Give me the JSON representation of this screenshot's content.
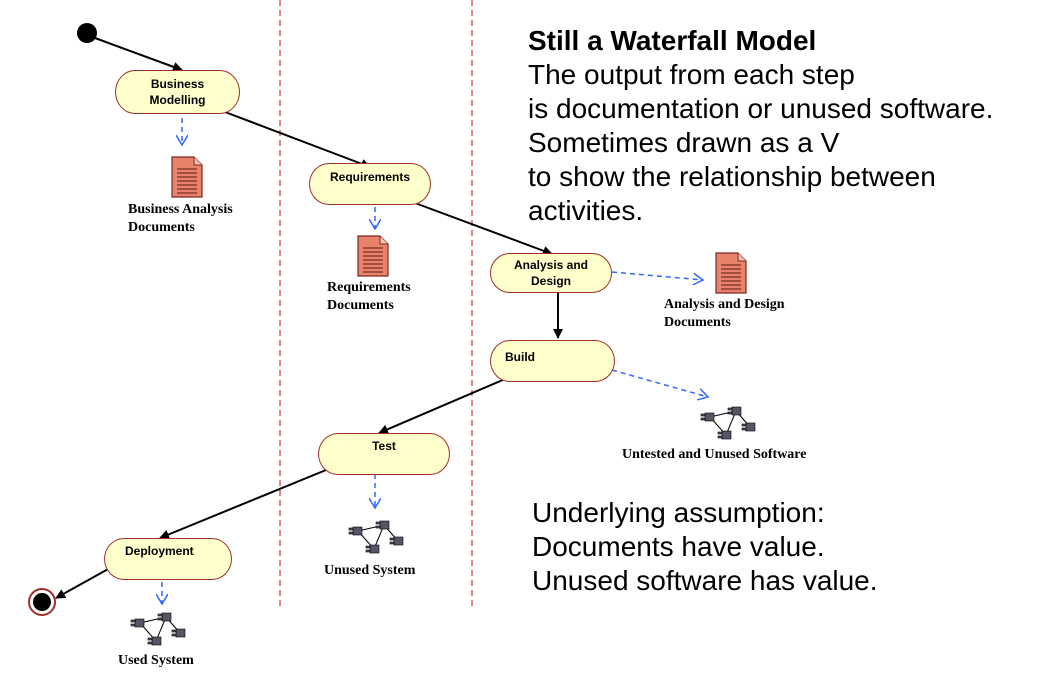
{
  "activities": {
    "business_modelling": [
      "Business",
      "Modelling"
    ],
    "requirements": [
      "Requirements"
    ],
    "analysis_design": [
      "Analysis and",
      "Design"
    ],
    "build": [
      "Build"
    ],
    "test": [
      "Test"
    ],
    "deployment": [
      "Deployment"
    ]
  },
  "artifacts": {
    "business_analysis": [
      "Business Analysis",
      "Documents"
    ],
    "requirements_docs": [
      "Requirements",
      "Documents"
    ],
    "analysis_design_docs": [
      "Analysis and Design",
      "Documents"
    ],
    "untested": "Untested and Unused Software",
    "unused_system": "Unused System",
    "used_system": "Used System"
  },
  "notes": {
    "waterfall_title": "Still a Waterfall Model",
    "waterfall_lines": [
      "The output from each step",
      "is documentation or unused software.",
      "Sometimes drawn as a V",
      "to show the relationship between",
      "activities."
    ],
    "assumption_lines": [
      "Underlying assumption:",
      "Documents have value.",
      "Unused software has value."
    ]
  },
  "colors": {
    "activity_fill": "#ffffcc",
    "activity_border": "#a0302a",
    "dependency_arrow": "#3366ff",
    "swimlane_line": "#e03030",
    "document_fill": "#e8826a"
  }
}
